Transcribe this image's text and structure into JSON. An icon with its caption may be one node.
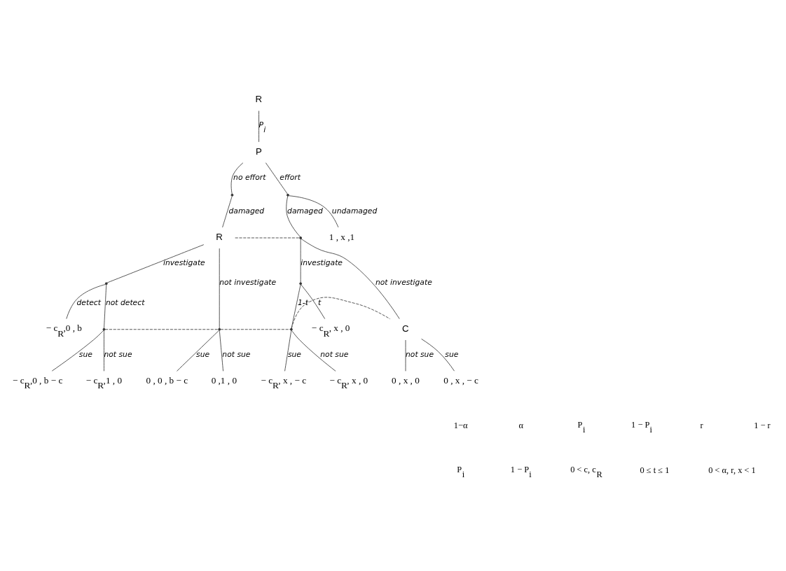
{
  "diagram": {
    "nodes": [
      {
        "text": [
          "R"
        ]
      },
      {
        "text": [
          "P"
        ]
      },
      {
        "text": [],
        "shape": "circle"
      },
      {
        "text": [],
        "shape": "circle"
      },
      {
        "text": [
          "R"
        ]
      },
      {
        "text": [],
        "shape": "circle"
      },
      {
        "text": [
          "1 , x ,1"
        ]
      },
      {
        "text": [],
        "shape": "circle"
      },
      {
        "text": [],
        "shape": "circle"
      },
      {
        "text": [
          "− c$_{R}$,0 , b"
        ]
      },
      {
        "text": [],
        "shape": "circle"
      },
      {
        "text": [],
        "shape": "circle"
      },
      {
        "text": [],
        "shape": "circle"
      },
      {
        "text": [
          "C"
        ]
      },
      {
        "text": [
          "− c$_{R}$,0 , b − c"
        ]
      },
      {
        "text": [
          "0 , 0 , b − c"
        ]
      },
      {
        "text": [
          "− c$_{R}$, x , − c"
        ]
      },
      {
        "text": [
          "− c$_{R}$,1 , 0"
        ]
      },
      {
        "text": [
          "0 , x , 0"
        ]
      },
      {
        "text": [
          "0 ,1 , 0"
        ]
      },
      {
        "text": [
          "− c$_{R}$, x , 0"
        ]
      },
      {
        "text": [
          "− c$_{R}$, x , 0"
        ]
      },
      {
        "text": [
          "0 , x , − c"
        ]
      }
    ],
    "edges": [
      {
        "from": 0,
        "to": 1,
        "arrow": "none",
        "label": "P$_{i}$"
      },
      {
        "from": 1,
        "to": 2,
        "arrow": "none",
        "label": "no effort"
      },
      {
        "from": 2,
        "to": 4,
        "arrow": "none",
        "label": "damaged"
      },
      {
        "from": 1,
        "to": 3,
        "arrow": "none",
        "label": "effort"
      },
      {
        "from": 3,
        "to": 5,
        "arrow": "none",
        "label": "damaged"
      },
      {
        "from": 3,
        "to": 6,
        "arrow": "none",
        "label": "undamaged"
      },
      {
        "from": 4,
        "to": 5,
        "arrow": "none",
        "style": "dashed"
      },
      {
        "from": 4,
        "to": 7,
        "arrow": "none",
        "label": "investigate"
      },
      {
        "from": 4,
        "to": 11,
        "arrow": "none",
        "label": "not investigate"
      },
      {
        "from": 7,
        "to": 9,
        "arrow": "none",
        "label": "detect"
      },
      {
        "from": 7,
        "to": 10,
        "arrow": "none",
        "label": "not detect"
      },
      {
        "from": 5,
        "to": 8,
        "arrow": "none",
        "label": "investigate"
      },
      {
        "from": 5,
        "to": 13,
        "arrow": "none",
        "label": "not investigate"
      },
      {
        "from": 10,
        "to": 14,
        "arrow": "none",
        "label": "sue"
      },
      {
        "from": 10,
        "to": 17,
        "arrow": "none",
        "label": "not sue"
      },
      {
        "from": 10,
        "to": 11,
        "arrow": "none",
        "style": "dashed"
      },
      {
        "from": 11,
        "to": 15,
        "arrow": "none",
        "label": "sue"
      },
      {
        "from": 11,
        "to": 19,
        "arrow": "none",
        "label": "not sue"
      },
      {
        "from": 11,
        "to": 12,
        "arrow": "none",
        "style": "dashed"
      },
      {
        "from": 8,
        "to": 21,
        "arrow": "none",
        "label": "t"
      },
      {
        "from": 8,
        "to": 12,
        "arrow": "none",
        "label": "1-t"
      },
      {
        "from": 12,
        "to": 16,
        "arrow": "none",
        "label": "sue"
      },
      {
        "from": 12,
        "to": 20,
        "arrow": "none",
        "label": "not sue"
      },
      {
        "from": 12,
        "to": 13,
        "arrow": "none",
        "style": "dashed"
      },
      {
        "from": 13,
        "to": 22,
        "arrow": "none",
        "label": "sue"
      },
      {
        "from": 13,
        "to": 18,
        "arrow": "none",
        "label": "not sue"
      }
    ],
    "labels": [
      "1−α",
      "α",
      "P$_{i}$",
      "1 − P$_{i}$",
      "r",
      "1 − r",
      "P$_{i}$",
      "1 − P$_{i}$",
      "0 < c, c$_{R}$",
      "0 ≤ t ≤ 1",
      "0 < α, r, x < 1"
    ]
  }
}
